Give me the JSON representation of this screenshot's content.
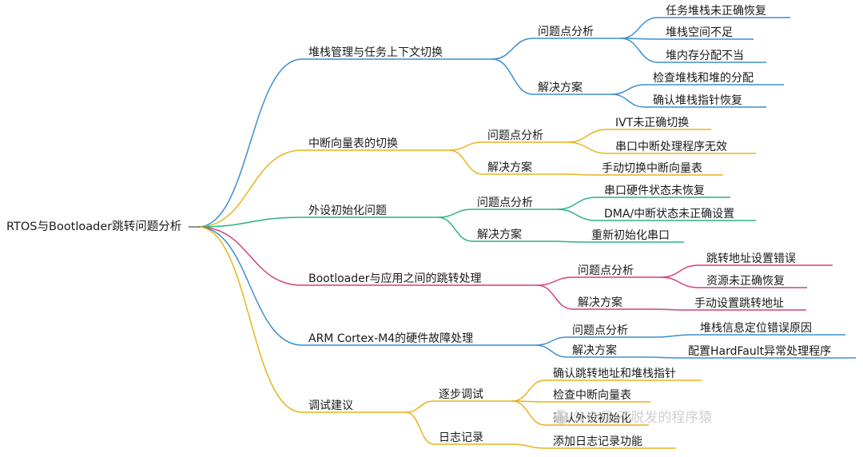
{
  "root": {
    "label": "RTOS与Bootloader跳转问题分析"
  },
  "branches": [
    {
      "label": "堆栈管理与任务上下文切换",
      "color": "#3d8fce",
      "children": [
        {
          "label": "问题点分析",
          "children": [
            "任务堆栈未正确恢复",
            "堆栈空间不足",
            "堆内存分配不当"
          ]
        },
        {
          "label": "解决方案",
          "children": [
            "检查堆栈和堆的分配",
            "确认堆栈指针恢复"
          ]
        }
      ]
    },
    {
      "label": "中断向量表的切换",
      "color": "#e8b41e",
      "children": [
        {
          "label": "问题点分析",
          "children": [
            "IVT未正确切换",
            "串口中断处理程序无效"
          ]
        },
        {
          "label": "解决方案",
          "children": [
            "手动切换中断向量表"
          ]
        }
      ]
    },
    {
      "label": "外设初始化问题",
      "color": "#29b37c",
      "children": [
        {
          "label": "问题点分析",
          "children": [
            "串口硬件状态未恢复",
            "DMA/中断状态未正确设置"
          ]
        },
        {
          "label": "解决方案",
          "children": [
            "重新初始化串口"
          ]
        }
      ]
    },
    {
      "label": "Bootloader与应用之间的跳转处理",
      "color": "#d43f7d",
      "children": [
        {
          "label": "问题点分析",
          "children": [
            "跳转地址设置错误",
            "资源未正确恢复"
          ]
        },
        {
          "label": "解决方案",
          "children": [
            "手动设置跳转地址"
          ]
        }
      ]
    },
    {
      "label": "ARM Cortex-M4的硬件故障处理",
      "color": "#3d8fce",
      "children": [
        {
          "label": "问题点分析",
          "children": [
            "堆栈信息定位错误原因"
          ]
        },
        {
          "label": "解决方案",
          "children": [
            "配置HardFault异常处理程序"
          ]
        }
      ]
    },
    {
      "label": "调试建议",
      "color": "#e8b41e",
      "children": [
        {
          "label": "逐步调试",
          "children": [
            "确认跳转地址和堆栈指针",
            "检查中断向量表",
            "确认外设初始化"
          ]
        },
        {
          "label": "日志记录",
          "children": [
            "添加日志记录功能"
          ]
        }
      ]
    }
  ],
  "watermark": {
    "text": "公众号·不脱发的程序猿",
    "icon": "wechat-icon"
  }
}
